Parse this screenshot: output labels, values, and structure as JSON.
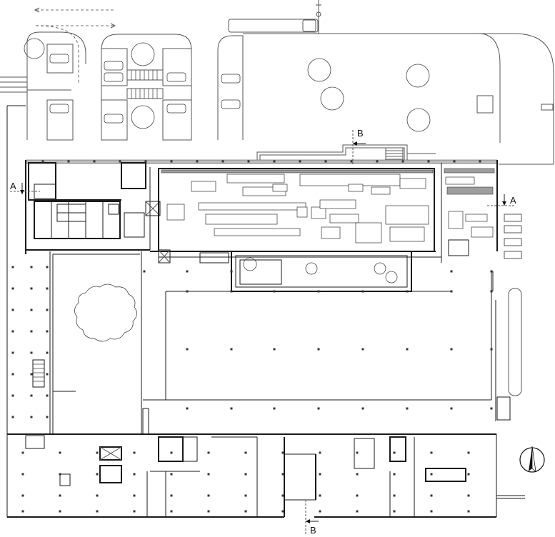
{
  "section_markers": {
    "a_left": "A",
    "a_right": "A",
    "b_top": "B",
    "b_bottom": "B"
  },
  "icons": {
    "north_arrow": "north-arrow-icon",
    "trees": "tree-icon",
    "cars": "car-icon",
    "stairs": "stairs-icon"
  }
}
